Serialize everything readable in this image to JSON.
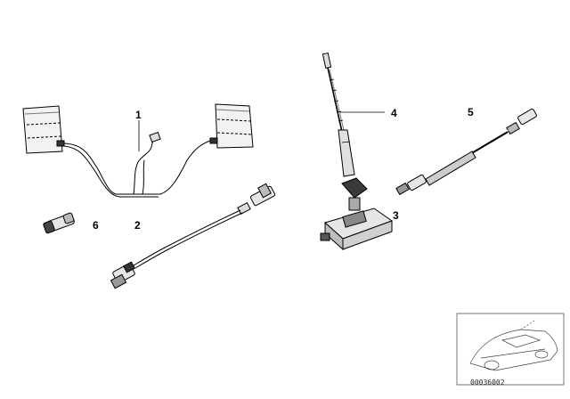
{
  "callouts": {
    "c1": "1",
    "c2": "2",
    "c3": "3",
    "c4": "4",
    "c5": "5",
    "c6": "6"
  },
  "reference_number": "00036002",
  "colors": {
    "line": "#000000",
    "fill_light": "#e6e6e6",
    "fill_dark": "#3a3a3a"
  }
}
